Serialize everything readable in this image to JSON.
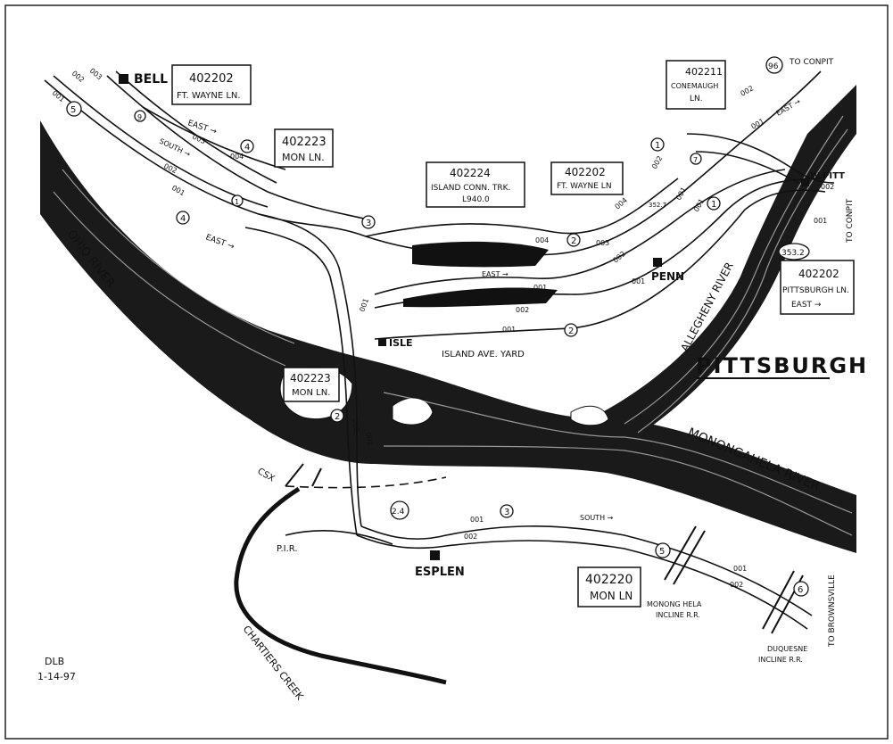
{
  "title": "PITTSBURGH",
  "signature": {
    "initials": "DLB",
    "date": "1-14-97"
  },
  "rivers": {
    "ohio": "OHIO RIVER",
    "allegheny": "ALLEGHENY RIVER",
    "monongahela": "MONONGAHELA RIVER",
    "chartiers": "CHARTIERS CREEK"
  },
  "stations": {
    "bell": "BELL",
    "isle": "ISLE",
    "penn": "PENN",
    "esplen": "ESPLEN",
    "wpitt": "W.PITT"
  },
  "yard": "ISLAND AVE. YARD",
  "line_boxes": {
    "bell_ftwayne": {
      "code": "402202",
      "name": "FT. WAYNE LN."
    },
    "mon_top": {
      "code": "402223",
      "name": "MON LN."
    },
    "island": {
      "code": "402224",
      "name": "ISLAND CONN. TRK.",
      "mp": "L940.0"
    },
    "ftwayne_mid": {
      "code": "402202",
      "name": "FT. WAYNE LN"
    },
    "conemaugh": {
      "code": "402211",
      "name": "CONEMAUGH",
      "name2": "LN."
    },
    "pittsburgh": {
      "code": "402202",
      "name": "PITTSBURGH LN.",
      "dir": "EAST →"
    },
    "mon_isle": {
      "code": "402223",
      "name": "MON LN."
    },
    "mon_esplen": {
      "code": "402220",
      "name": "MON LN"
    }
  },
  "destinations": {
    "conpit_top": "TO CONPIT",
    "conpit_right": "TO CONPIT",
    "brownsville": "TO BROWNSVILLE",
    "csx": "CSX",
    "pir": "P.I.R."
  },
  "inclines": {
    "monongahela": "MONONG HELA",
    "monongahela2": "INCLINE R.R.",
    "duquesne": "DUQUESNE",
    "duquesne2": "INCLINE R.R."
  },
  "directions": {
    "east1": "EAST →",
    "east2": "EAST →",
    "south1": "SOUTH →",
    "east_mid": "EAST →",
    "south_low": "SOUTH →",
    "east_top": "EAST →"
  },
  "track_numbers": {
    "t001a": "001",
    "t002a": "002",
    "t003a": "003",
    "t004a": "004",
    "t002b": "002",
    "t001b": "001",
    "t003b": "003",
    "t004b": "004",
    "t001c": "001",
    "t002c": "002",
    "t004d": "004",
    "t001d": "001",
    "t002d": "002",
    "t003d": "003",
    "t004e": "004",
    "t001e": "001",
    "t002e": "002",
    "t001f": "001",
    "t002f": "002",
    "t001g": "001",
    "t002g": "002",
    "t001h": "001",
    "t002h": "002",
    "t001i": "001",
    "t002i": "002",
    "t003i": "003",
    "t001j": "001",
    "t002j": "002",
    "t001k": "001",
    "t002k": "002",
    "t001l": "001",
    "t002l": "002",
    "t001m": "001",
    "t002m": "002",
    "t001n": "001"
  },
  "circles": {
    "c5a": "5",
    "c4a": "4",
    "c4b": "4",
    "c3a": "3",
    "c2a": "2",
    "c2b": "2",
    "c1a": "1",
    "c1b": "1",
    "c5b": "5",
    "c6": "6",
    "c2c": "2",
    "c3b": "3",
    "c96": "96",
    "c24": "2.4",
    "c3532": "353.2",
    "c9": "9",
    "c7": "7",
    "c1c": "1"
  },
  "mileposts": {
    "mp1": "352.7"
  }
}
